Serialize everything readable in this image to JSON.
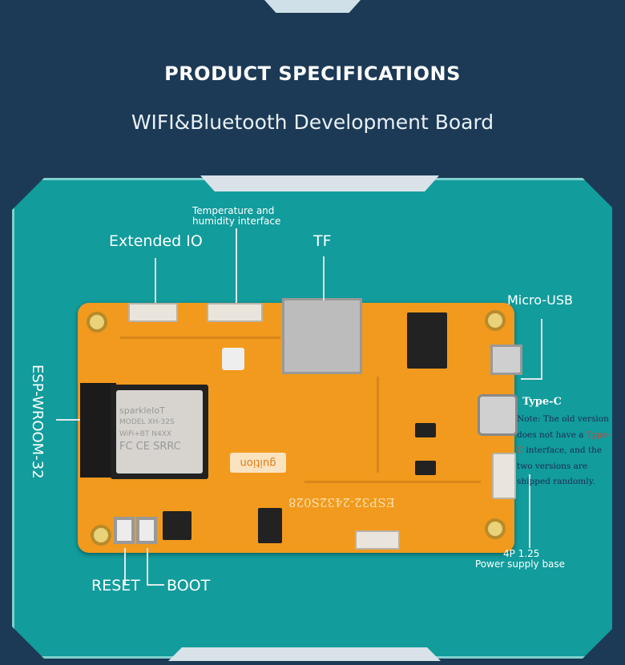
{
  "header": {
    "title": "PRODUCT SPECIFICATIONS",
    "subtitle": "WIFI&Bluetooth Development Board"
  },
  "labels": {
    "extended_io": "Extended IO",
    "temp_humidity": "Temperature and humidity interface",
    "tf": "TF",
    "micro_usb": "Micro-USB",
    "type_c": "Type-C",
    "note_prefix": "Note: The old version does not have a ",
    "note_highlight": "Type-C",
    "note_suffix": " interface, and the two versions are shipped randomly.",
    "power_1": "4P 1.25",
    "power_2": "Power supply base",
    "reset": "RESET",
    "boot": "BOOT",
    "module": "ESP-WROOM-32"
  },
  "board": {
    "silkscreen": "ESP32-2432S028",
    "logo": "guition",
    "module_lines": [
      "sparkleIoT",
      "MODEL  XH-32S",
      "WiFi+BT  N4XX",
      "FC CE SRRC"
    ]
  },
  "colors": {
    "background": "#1c3a56",
    "panel": "#129c9c",
    "board": "#f29a1d",
    "note_highlight": "#e53b2e"
  }
}
